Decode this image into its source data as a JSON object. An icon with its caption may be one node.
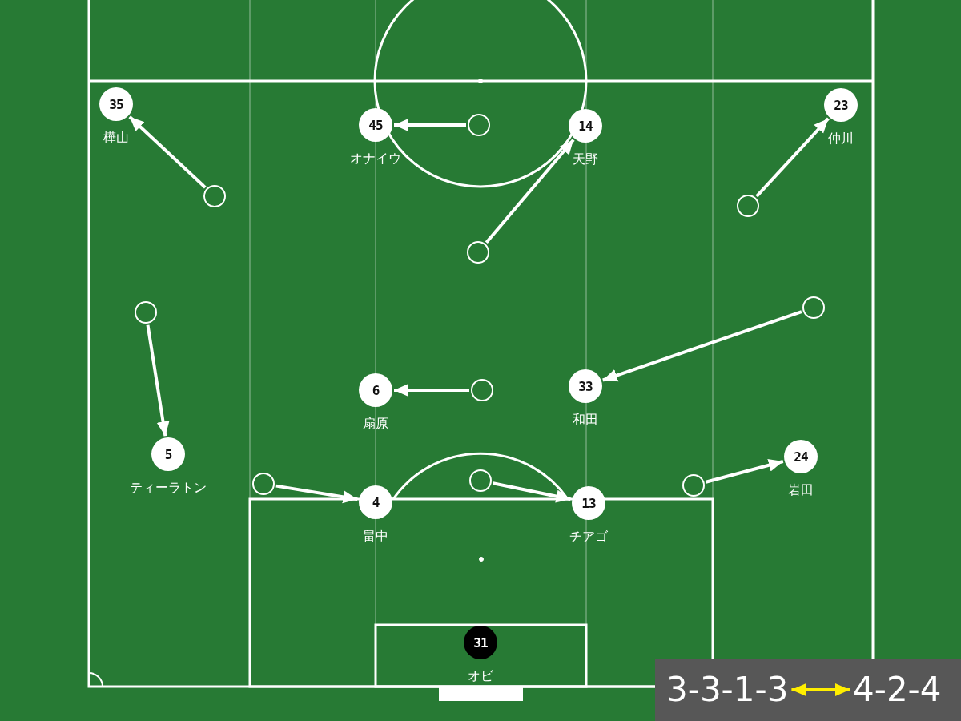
{
  "diagram": {
    "nodes": [
      {
        "text": [
          "35"
        ],
        "beside": [
          "樺山"
        ]
      },
      {
        "text": [
          "45"
        ],
        "beside": [
          "オナイウ"
        ]
      },
      {
        "text": [
          "14"
        ],
        "beside": [
          "天野"
        ]
      },
      {
        "text": [
          "23"
        ],
        "beside": [
          "仲川"
        ]
      },
      {
        "text": [
          "6"
        ],
        "beside": [
          "扇原"
        ]
      },
      {
        "text": [
          "33"
        ],
        "beside": [
          "和田"
        ]
      },
      {
        "text": [
          "5"
        ],
        "beside": [
          "ティーラトン"
        ]
      },
      {
        "text": [
          "24"
        ],
        "beside": [
          "岩田"
        ]
      },
      {
        "text": [
          "4"
        ],
        "beside": [
          "畠中"
        ]
      },
      {
        "text": [
          "13"
        ],
        "beside": [
          "チアゴ"
        ]
      },
      {
        "text": [
          "31"
        ],
        "beside": [
          "オビ"
        ]
      },
      {
        "text": [],
        "shape": "circle"
      },
      {
        "text": [],
        "shape": "circle"
      },
      {
        "text": [],
        "shape": "circle"
      },
      {
        "text": [],
        "shape": "circle"
      },
      {
        "text": [],
        "shape": "circle"
      },
      {
        "text": [],
        "shape": "circle"
      },
      {
        "text": [],
        "shape": "circle"
      },
      {
        "text": [],
        "shape": "circle"
      },
      {
        "text": [],
        "shape": "circle"
      },
      {
        "text": [],
        "shape": "circle"
      },
      {
        "text": [
          "3-3-1-3"
        ]
      },
      {
        "text": [
          "4-2-4"
        ]
      }
    ],
    "edges": [
      {
        "from": 11,
        "to": 1,
        "arrow": "to"
      },
      {
        "from": 12,
        "to": 0,
        "arrow": "to"
      },
      {
        "from": 13,
        "to": 3,
        "arrow": "to"
      },
      {
        "from": 14,
        "to": 2,
        "arrow": "to"
      },
      {
        "from": 15,
        "to": 6,
        "arrow": "to"
      },
      {
        "from": 16,
        "to": 5,
        "arrow": "to"
      },
      {
        "from": 17,
        "to": 4,
        "arrow": "to"
      },
      {
        "from": 18,
        "to": 8,
        "arrow": "to"
      },
      {
        "from": 19,
        "to": 9,
        "arrow": "to"
      },
      {
        "from": 20,
        "to": 7,
        "arrow": "to"
      },
      {
        "from": 21,
        "to": 22,
        "arrow": "both",
        "color": "#ffee00"
      }
    ]
  }
}
